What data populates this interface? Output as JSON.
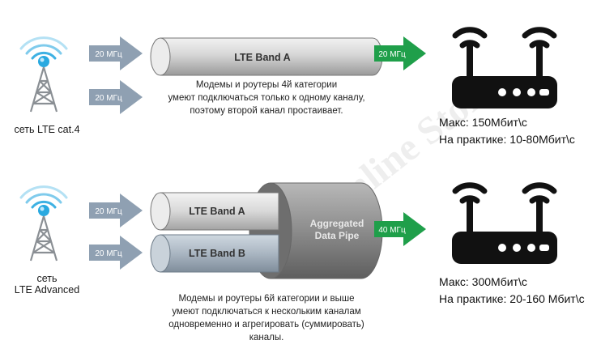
{
  "top": {
    "network_label": "сеть LTE cat.4",
    "inputs": [
      "20 МГц",
      "20 МГц"
    ],
    "band_label": "LTE Band A",
    "output": "20 МГц",
    "note_lines": [
      "Модемы и роутеры 4й категории",
      "умеют подключаться только к одному каналу,",
      "поэтому второй канал простаивает."
    ],
    "max_speed": "Макс: 150Мбит\\с",
    "practical_speed": "На практике: 10-80Мбит\\с"
  },
  "bottom": {
    "network_label_line1": "сеть",
    "network_label_line2": "LTE Advanced",
    "inputs": [
      "20 МГц",
      "20 МГц"
    ],
    "band_a_label": "LTE Band A",
    "band_b_label": "LTE Band B",
    "pipe_line1": "Aggregated",
    "pipe_line2": "Data Pipe",
    "output": "40 МГц",
    "note_lines": [
      "Модемы и роутеры 6й категории и выше",
      "умеют подключаться к нескольким каналам",
      "одновременно и агрегировать (суммировать)",
      "каналы."
    ],
    "max_speed": "Макс: 300Мбит\\с",
    "practical_speed": "На практике: 20-160 Мбит\\с"
  },
  "watermark": "Online Store",
  "colors": {
    "input_arrow": "#8fa0b2",
    "output_arrow": "#1f9f4a",
    "tower_blue": "#29a9e0",
    "tower_grey": "#8a8f94",
    "router": "#111111"
  }
}
